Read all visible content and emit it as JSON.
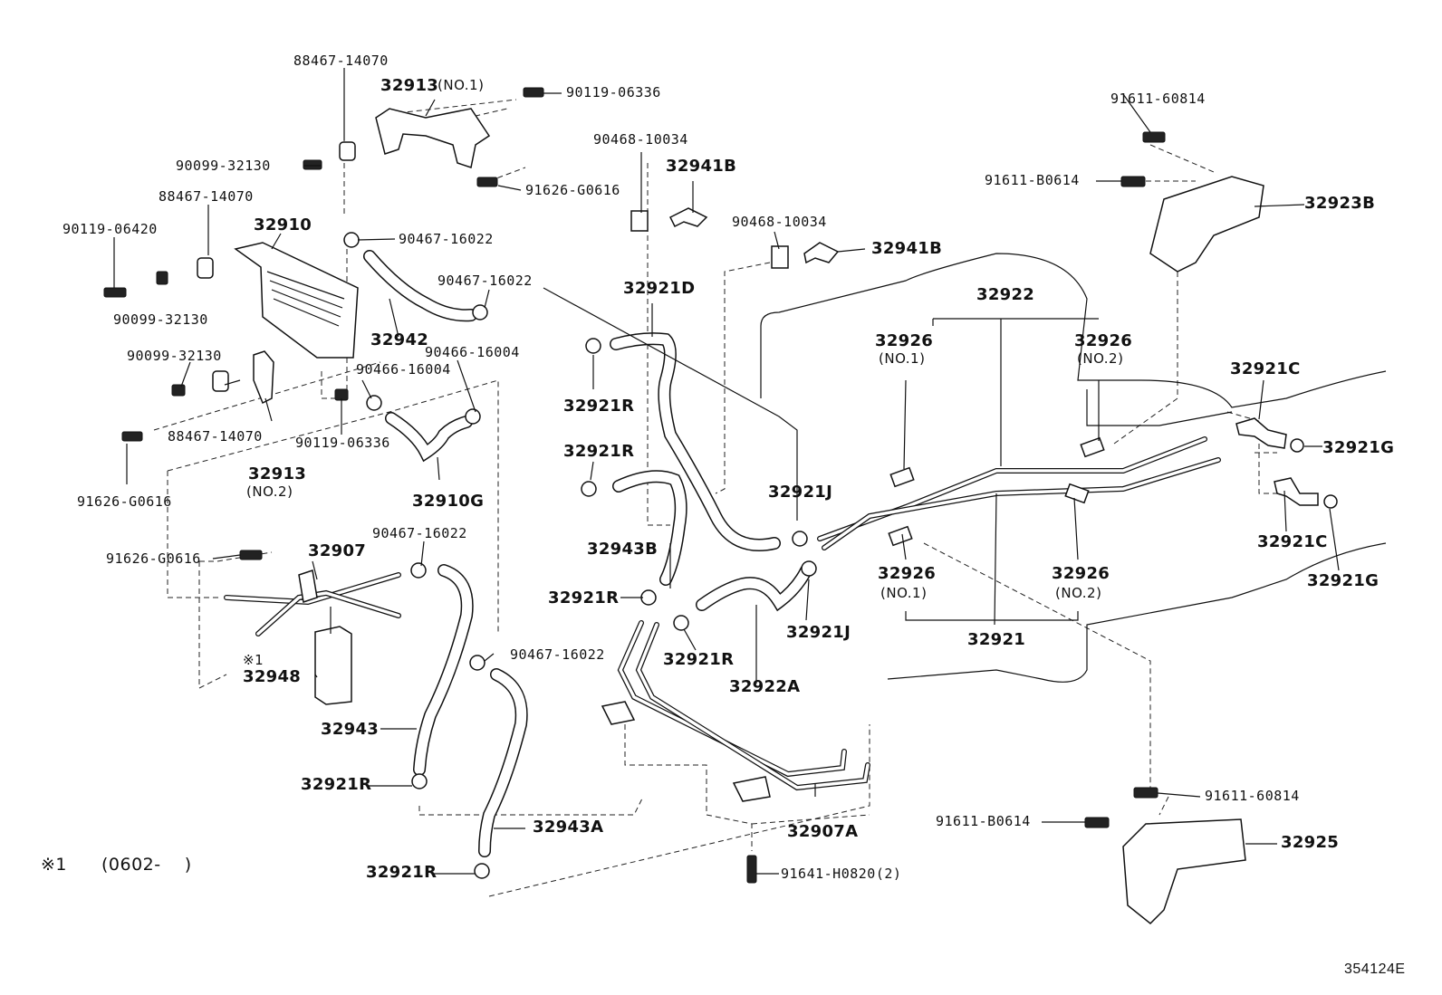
{
  "labels": {
    "p88467_top": "88467-14070",
    "p32913": "32913",
    "p32913_no1": "(NO.1)",
    "p90119_06336a": "90119-06336",
    "p90099_a": "90099-32130",
    "p91626_a": "91626-G0616",
    "p88467_mid": "88467-14070",
    "p32910": "32910",
    "p90467_a": "90467-16022",
    "p90119_06420": "90119-06420",
    "p90099_b": "90099-32130",
    "p90467_b": "90467-16022",
    "p32942": "32942",
    "p90466_a": "90466-16004",
    "p90099_c": "90099-32130",
    "p90466_b": "90466-16004",
    "p88467_low": "88467-14070",
    "p90119_06336b": "90119-06336",
    "p32913b": "32913",
    "p32913_no2": "(NO.2)",
    "p32910G": "32910G",
    "p91626_b": "91626-G0616",
    "p90468_a": "90468-10034",
    "p32941B_a": "32941B",
    "p90468_b": "90468-10034",
    "p32941B_b": "32941B",
    "p32921D": "32921D",
    "p32921R_a": "32921R",
    "p32921R_b": "32921R",
    "p32943B": "32943B",
    "p32921R_c": "32921R",
    "p32921R_d": "32921R",
    "p32922A": "32922A",
    "p32921J_a": "32921J",
    "p32921J_b": "32921J",
    "p91611_60814a": "91611-60814",
    "p91611_B0614a": "91611-B0614",
    "p32923B": "32923B",
    "p32922": "32922",
    "p32926_a": "32926",
    "p32926_a_no": "(NO.1)",
    "p32926_b": "32926",
    "p32926_b_no": "(NO.2)",
    "p32921C_a": "32921C",
    "p32921G_a": "32921G",
    "p32921C_b": "32921C",
    "p32921G_b": "32921G",
    "p32926_c": "32926",
    "p32926_c_no": "(NO.1)",
    "p32926_d": "32926",
    "p32926_d_no": "(NO.2)",
    "p32921": "32921",
    "p91626_c": "91626-G0616",
    "p32907": "32907",
    "p90467_c": "90467-16022",
    "mark1": "※1",
    "p32948": "32948",
    "p32943": "32943",
    "p90467_d": "90467-16022",
    "p32921R_e": "32921R",
    "p32943A": "32943A",
    "p32921R_f": "32921R",
    "p32907A": "32907A",
    "p91641": "91641-H0820(2)",
    "p91611_60814b": "91611-60814",
    "p91611_B0614b": "91611-B0614",
    "p32925": "32925"
  },
  "footnote": {
    "mark": "※1",
    "range": "(0602-    )"
  },
  "figure_id": "354124E"
}
